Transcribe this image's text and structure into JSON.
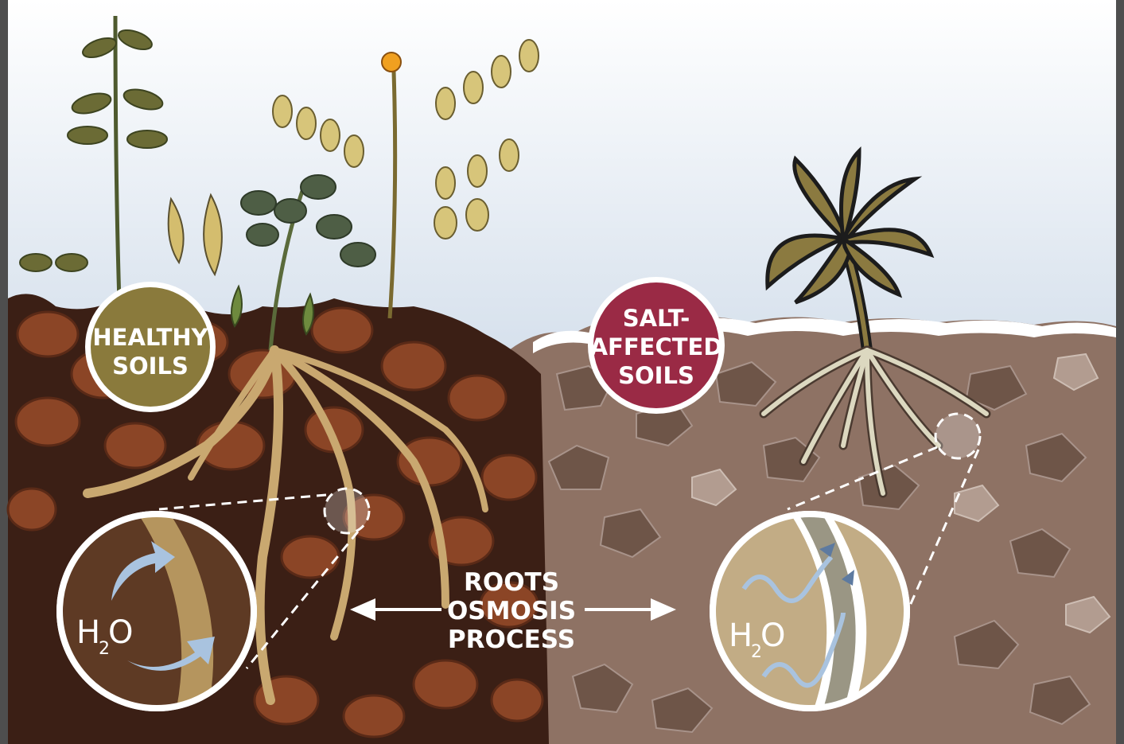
{
  "badges": {
    "healthy": {
      "line1": "HEALTHY",
      "line2": "SOILS"
    },
    "salt": {
      "line1": "SALT-",
      "line2": "AFFECTED",
      "line3": "SOILS"
    }
  },
  "center": {
    "line1": "ROOTS",
    "line2": "OSMOSIS",
    "line3": "PROCESS"
  },
  "inset_left": {
    "h": "H",
    "sub": "2",
    "o": "O"
  },
  "inset_right": {
    "h": "H",
    "sub": "2",
    "o": "O"
  },
  "colors": {
    "healthy_badge": "#8a7a3c",
    "salt_badge": "#9a2a45",
    "healthy_soil": "#7a3a22",
    "salt_soil": "#8e7264",
    "sky_top": "#ffffff",
    "sky_bottom": "#a8bfd8"
  }
}
